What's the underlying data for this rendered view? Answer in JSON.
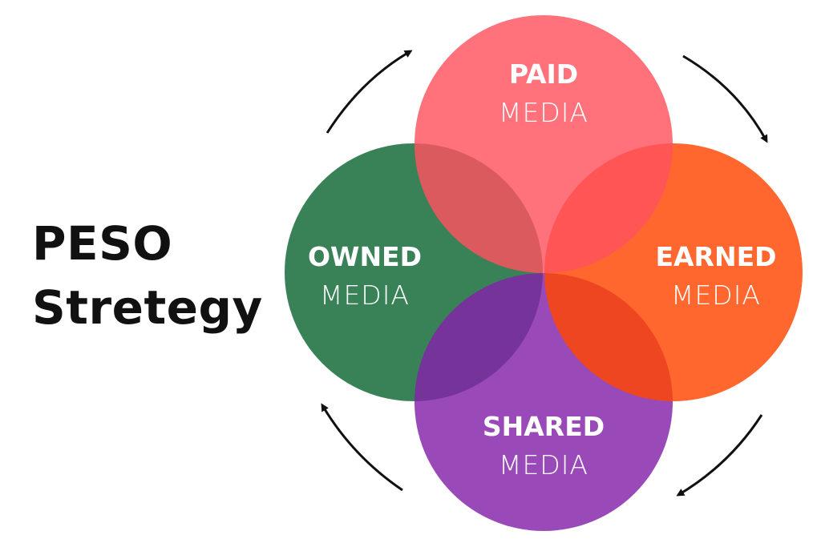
{
  "title": {
    "line1": "PESO",
    "line2": "Stretegy"
  },
  "circles": [
    {
      "key": "paid",
      "bold": "PAID",
      "light": "MEDIA",
      "color": "#ff525e"
    },
    {
      "key": "earned",
      "bold": "EARNED",
      "light": "MEDIA",
      "color": "#ff4500"
    },
    {
      "key": "shared",
      "bold": "SHARED",
      "light": "MEDIA",
      "color": "#8422a8"
    },
    {
      "key": "owned",
      "bold": "OWNED",
      "light": "MEDIA",
      "color": "#0d6633"
    }
  ],
  "label_color": "#ffffff",
  "arrow_color": "#111111",
  "arrows": [
    "top-left",
    "top-right",
    "bottom-right",
    "bottom-left"
  ]
}
